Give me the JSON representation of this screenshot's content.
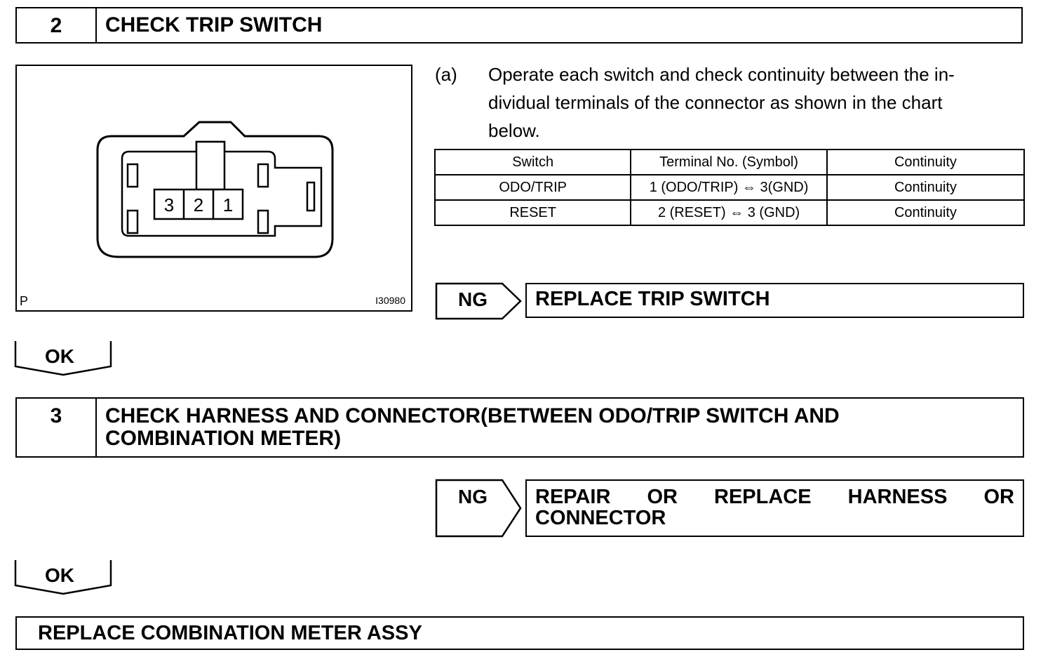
{
  "step2": {
    "number": "2",
    "title": "CHECK TRIP SWITCH"
  },
  "figure": {
    "pins": [
      "3",
      "2",
      "1"
    ],
    "corner_left": "P",
    "code": "I30980"
  },
  "instruction": {
    "marker": "(a)",
    "line1": "Operate each switch and check continuity between the in-",
    "line2": "dividual terminals of the connector as shown in the chart",
    "line3": "below."
  },
  "table": {
    "headers": [
      "Switch",
      "Terminal No. (Symbol)",
      "Continuity"
    ],
    "rows": [
      [
        "ODO/TRIP",
        "1 (ODO/TRIP) ⇔ 3(GND)",
        "Continuity"
      ],
      [
        "RESET",
        "2 (RESET) ⇔ 3 (GND)",
        "Continuity"
      ]
    ]
  },
  "ng1": {
    "label": "NG",
    "result": "REPLACE TRIP SWITCH"
  },
  "ok1": {
    "label": "OK"
  },
  "step3": {
    "number": "3",
    "title_line1": "CHECK HARNESS AND CONNECTOR(BETWEEN ODO/TRIP SWITCH AND",
    "title_line2": "COMBINATION METER)"
  },
  "ng2": {
    "label": "NG",
    "result_words": [
      "REPAIR",
      "OR",
      "REPLACE",
      "HARNESS",
      "OR"
    ],
    "result_line2": "CONNECTOR"
  },
  "ok2": {
    "label": "OK"
  },
  "final": {
    "text": "REPLACE COMBINATION METER ASSY"
  }
}
